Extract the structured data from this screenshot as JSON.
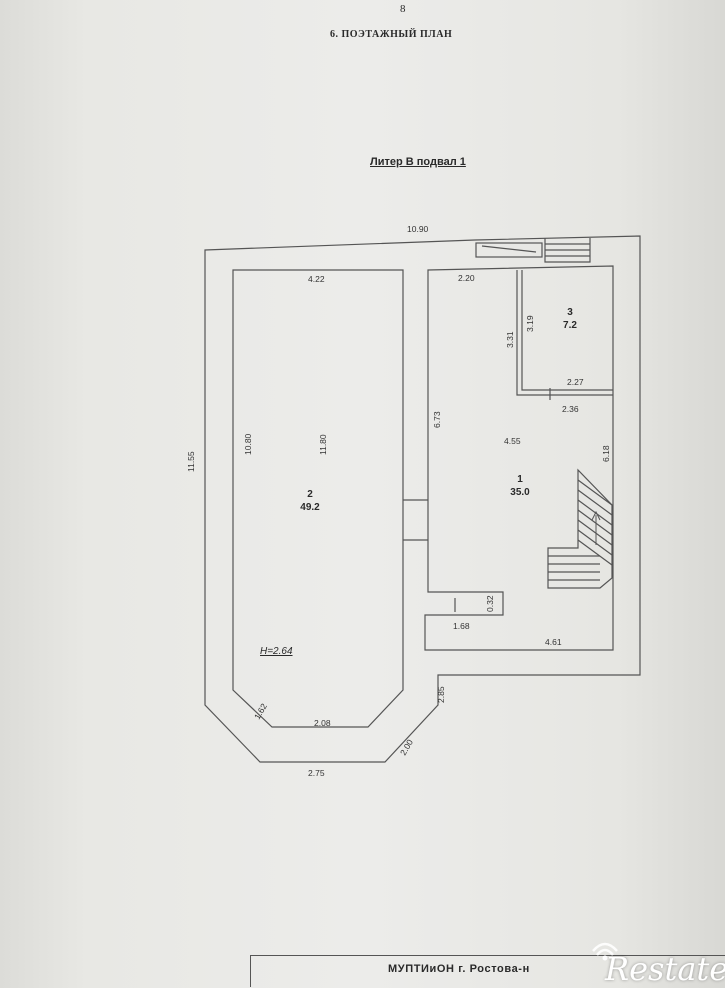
{
  "header": {
    "page_number": "8",
    "section_title": "6.   ПОЭТАЖНЫЙ ПЛАН",
    "plan_title": "Литер В  подвал 1"
  },
  "dimensions": {
    "overall_width": "10.90",
    "overall_height": "11.55",
    "room2_top": "4.22",
    "room2_height_inner": "10.80",
    "room2_height_center": "11.80",
    "room2_bottom": "2.08",
    "room2_bevel": "1.62",
    "outer_bottom": "2.75",
    "outer_bevel": "2.00",
    "right_lower": "2.85",
    "room1_top": "2.20",
    "room1_left_height": "6.73",
    "room1_width": "4.55",
    "room1_right_height": "6.18",
    "room1_step": "0.32",
    "room1_bottom_left": "1.68",
    "room1_bottom_right": "4.61",
    "room3_height_outer": "3.31",
    "room3_height_inner": "3.19",
    "room3_width_inner": "2.27",
    "room3_width_outer": "2.36"
  },
  "rooms": {
    "room1": {
      "number": "1",
      "area": "35.0"
    },
    "room2": {
      "number": "2",
      "area": "49.2"
    },
    "room3": {
      "number": "3",
      "area": "7.2"
    }
  },
  "height_mark": "H=2.64",
  "footer": {
    "stamp": "МУПТИиОН г. Ростова-н",
    "watermark": "Restate"
  }
}
